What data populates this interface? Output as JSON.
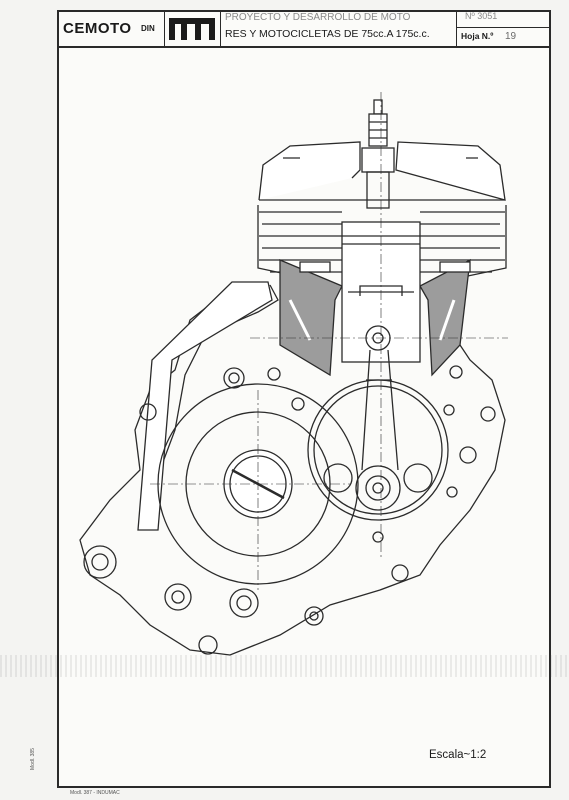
{
  "title_block": {
    "brand": "CEMOTO",
    "standard": "DIN",
    "project_line1": "PROYECTO Y DESARROLLO DE MOTO",
    "project_line2": "RES Y MOTOCICLETAS DE 75cc.A 175c.c.",
    "drawing_number": "Nº 3051",
    "sheet_label": "Hoja N.º",
    "sheet_number": "19"
  },
  "scale_label": "Escala~1:2",
  "footer_text": "Modl. 387 - INDUMAC",
  "side_text": "Modl. 385"
}
